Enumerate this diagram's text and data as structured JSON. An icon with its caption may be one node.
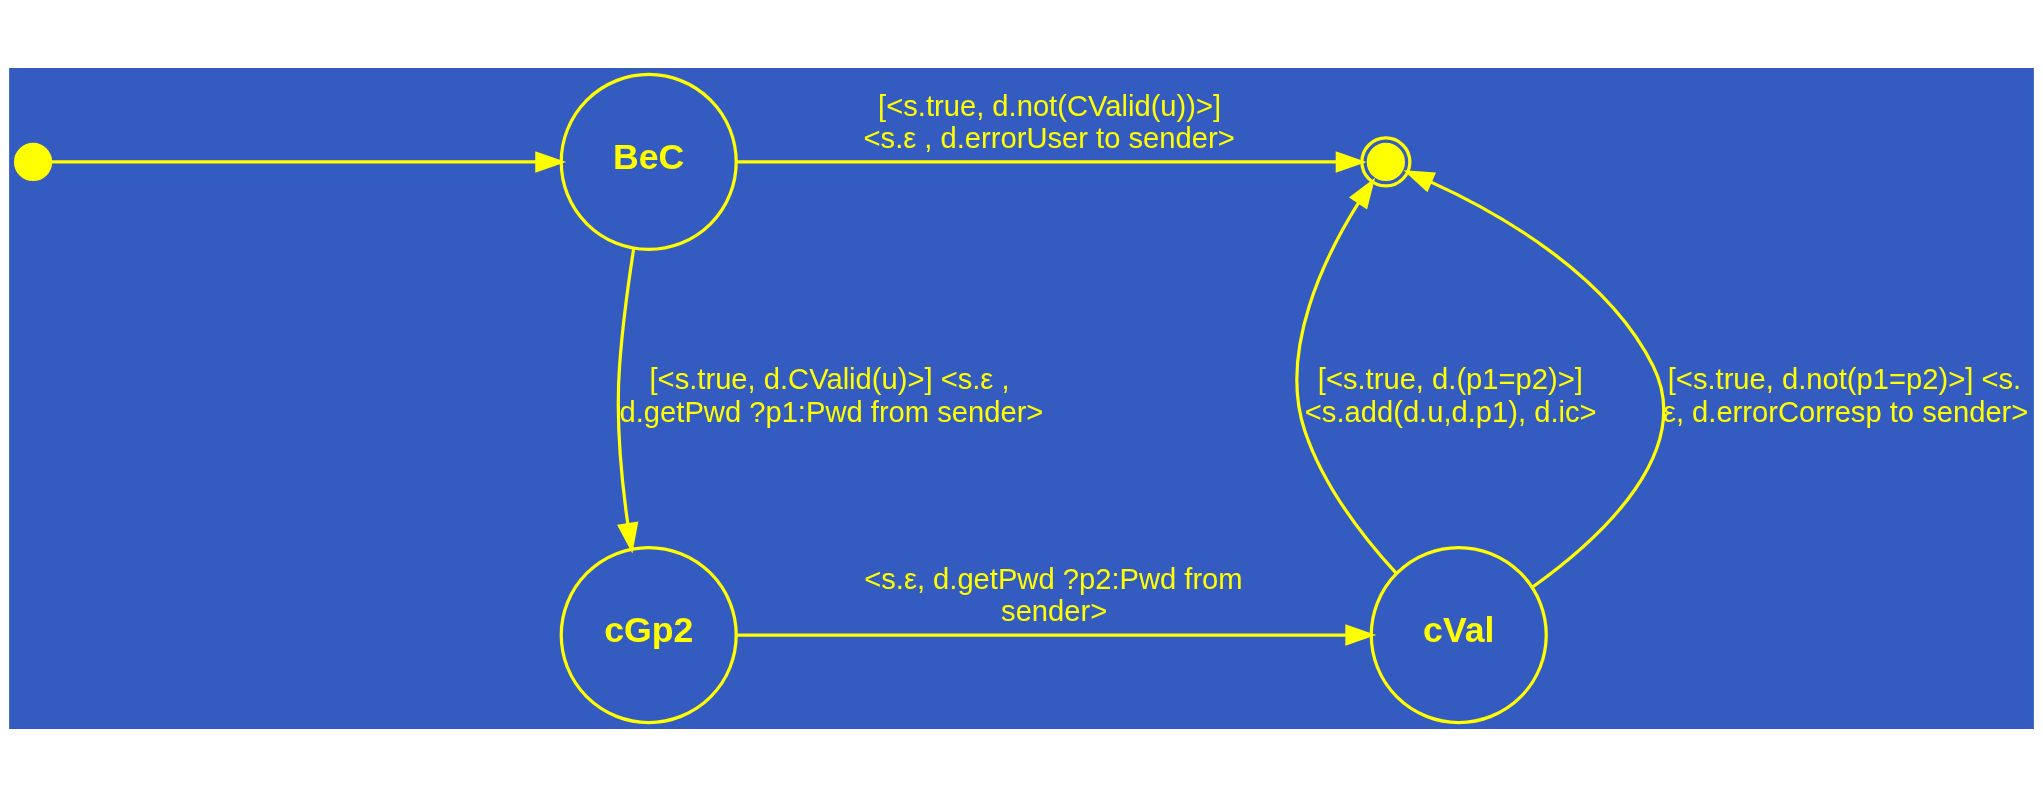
{
  "diagram": {
    "nodes": [
      {
        "text": [],
        "shape": "circle"
      },
      {
        "text": [
          "BeC"
        ]
      },
      {
        "text": [],
        "shape": "circle"
      },
      {
        "text": [
          "cGp2"
        ]
      },
      {
        "text": [
          "cVal"
        ]
      }
    ],
    "edges": [
      {
        "from": 0,
        "to": 1,
        "arrow": "to"
      },
      {
        "from": 1,
        "to": 2,
        "arrow": "to",
        "label": "[<s.true, d.not(CValid(u))>] <s.ε , d.errorUser to sender>"
      },
      {
        "from": 1,
        "to": 3,
        "arrow": "to",
        "label": "[<s.true, d.CValid(u)>] <s.ε , d.getPwd ?p1:Pwd from sender>"
      },
      {
        "from": 3,
        "to": 4,
        "arrow": "to",
        "label": "<s.ε, d.getPwd ?p2:Pwd from sender>"
      },
      {
        "from": 4,
        "to": 2,
        "arrow": "to",
        "label": "[<s.true, d.(p1=p2)>] <s.add(d.u,d.p1), d.ic>"
      },
      {
        "from": 4,
        "to": 2,
        "arrow": "to",
        "label": "[<s.true, d.not(p1=p2)>] <s. ε, d.errorCorresp to sender>"
      }
    ]
  }
}
